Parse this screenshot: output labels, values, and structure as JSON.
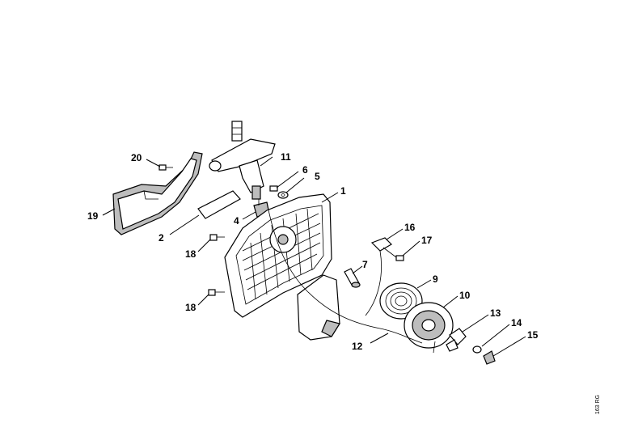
{
  "callouts": {
    "c1": "1",
    "c2": "2",
    "c4": "4",
    "c5": "5",
    "c6": "6",
    "c7": "7",
    "c9": "9",
    "c10": "10",
    "c11": "11",
    "c12": "12",
    "c13": "13",
    "c14": "14",
    "c15": "15",
    "c16": "16",
    "c17": "17",
    "c18a": "18",
    "c18b": "18",
    "c19": "19",
    "c20": "20"
  },
  "drawing_code": "163 RG"
}
